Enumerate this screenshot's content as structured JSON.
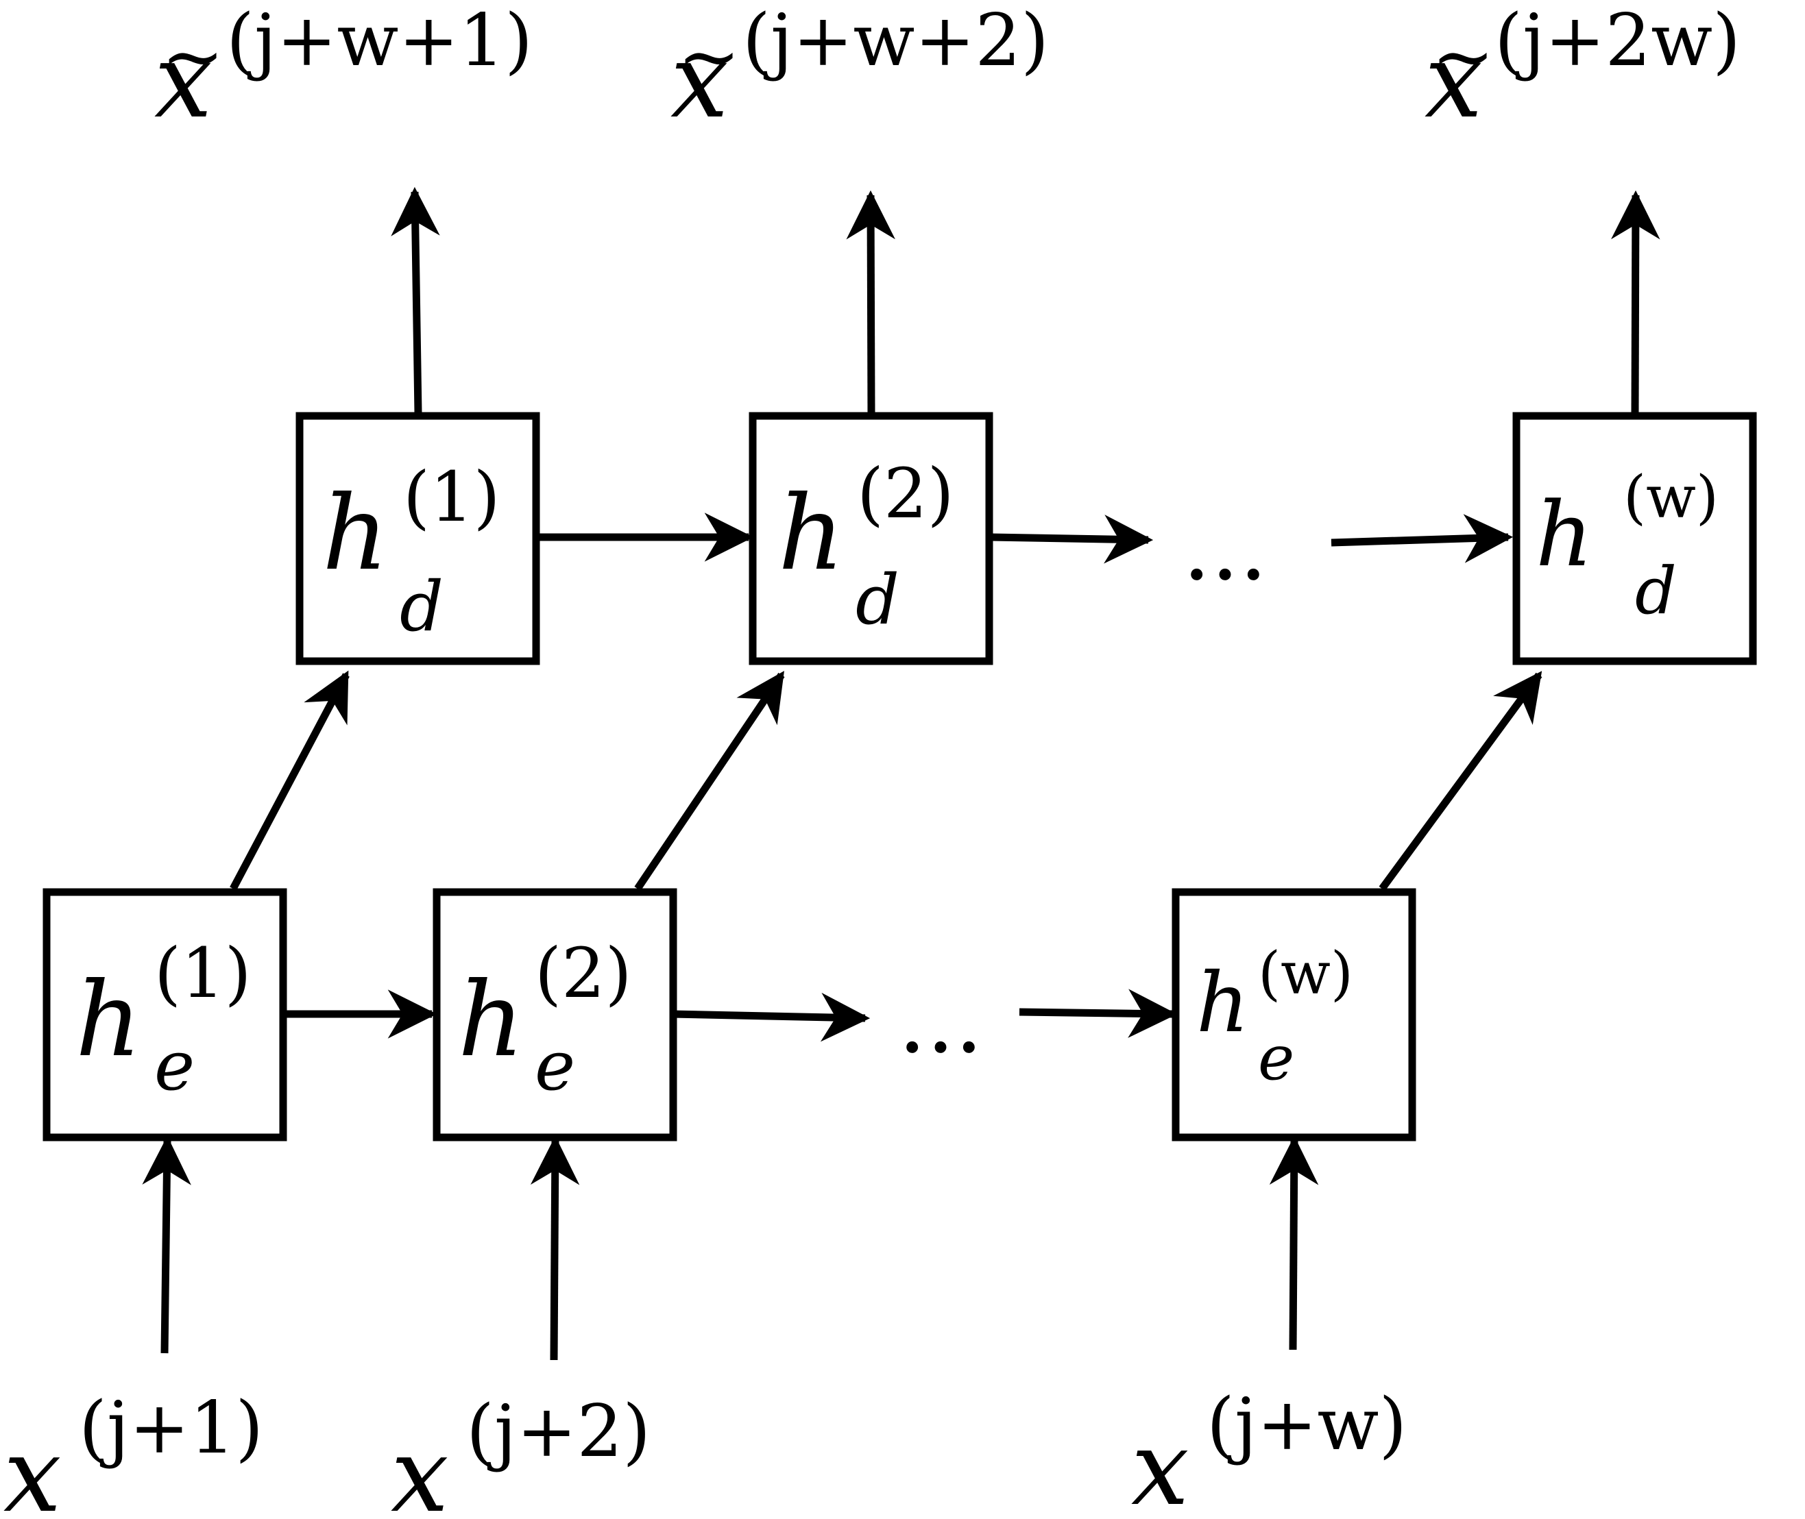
{
  "colors": {
    "stroke": "#000000",
    "background": "#ffffff"
  },
  "encoder": {
    "cells": [
      {
        "base": "h",
        "sub": "e",
        "sup": "(1)"
      },
      {
        "base": "h",
        "sub": "e",
        "sup": "(2)"
      },
      {
        "base": "h",
        "sub": "e",
        "sup": "(w)"
      }
    ],
    "ellipsis": "..."
  },
  "decoder": {
    "cells": [
      {
        "base": "h",
        "sub": "d",
        "sup": "(1)"
      },
      {
        "base": "h",
        "sub": "d",
        "sup": "(2)"
      },
      {
        "base": "h",
        "sub": "d",
        "sup": "(w)"
      }
    ],
    "ellipsis": "..."
  },
  "inputs": [
    {
      "base": "x",
      "sup": "(j+1)"
    },
    {
      "base": "x",
      "sup": "(j+2)"
    },
    {
      "base": "x",
      "sup": "(j+w)"
    }
  ],
  "outputs": [
    {
      "accent": "~",
      "base": "x",
      "sup": "(j+w+1)"
    },
    {
      "accent": "~",
      "base": "x",
      "sup": "(j+w+2)"
    },
    {
      "accent": "~",
      "base": "x",
      "sup": "(j+2w)"
    }
  ]
}
